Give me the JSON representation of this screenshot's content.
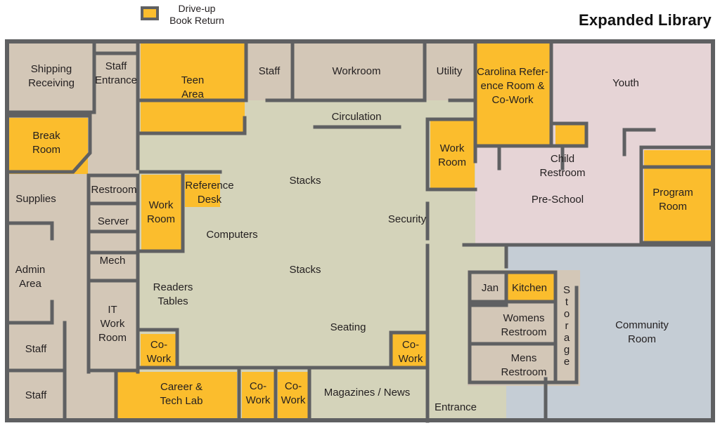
{
  "title": "Expanded Library",
  "legend": {
    "label_line1": "Drive-up",
    "label_line2": "Book Return"
  },
  "colors": {
    "wall": "#5f6062",
    "staff_area": "#d3c7b7",
    "public_area": "#d4d3ba",
    "highlight": "#fbbd2d",
    "youth": "#e6d4d6",
    "community": "#c5cdd5",
    "text": "#231f20"
  },
  "rooms": {
    "shipping": [
      "Shipping",
      "Receiving"
    ],
    "staff_entrance": [
      "Staff",
      "Entrance"
    ],
    "teen": [
      "Teen",
      "Area"
    ],
    "staff_top": [
      "Staff"
    ],
    "workroom": [
      "Workroom"
    ],
    "utility": [
      "Utility"
    ],
    "carolina": [
      "Carolina Refer-",
      "ence Room &",
      "Co-Work"
    ],
    "youth": [
      "Youth"
    ],
    "break": [
      "Break",
      "Room"
    ],
    "circulation": [
      "Circulation"
    ],
    "workroom_right": [
      "Work",
      "Room"
    ],
    "child_restroom": [
      "Child",
      "Restroom"
    ],
    "restroom": [
      "Restroom"
    ],
    "stacks_top": [
      "Stacks"
    ],
    "reference": [
      "Reference",
      "Desk"
    ],
    "supplies": [
      "Supplies"
    ],
    "program": [
      "Program",
      "Room"
    ],
    "preschool": [
      "Pre-School"
    ],
    "security": [
      "Security"
    ],
    "server": [
      "Server"
    ],
    "workroom_left": [
      "Work",
      "Room"
    ],
    "computers": [
      "Computers"
    ],
    "mech": [
      "Mech"
    ],
    "stacks_mid": [
      "Stacks"
    ],
    "admin": [
      "Admin",
      "Area"
    ],
    "jan": [
      "Jan"
    ],
    "kitchen": [
      "Kitchen"
    ],
    "readers": [
      "Readers",
      "Tables"
    ],
    "storage": [
      "S",
      "t",
      "o",
      "r",
      "a",
      "g",
      "e"
    ],
    "it_work": [
      "IT",
      "Work",
      "Room"
    ],
    "womens": [
      "Womens",
      "Restroom"
    ],
    "community": [
      "Community",
      "Room"
    ],
    "seating": [
      "Seating"
    ],
    "staff_lower1": [
      "Staff"
    ],
    "cowork_left": [
      "Co-",
      "Work"
    ],
    "cowork_right": [
      "Co-",
      "Work"
    ],
    "mens": [
      "Mens",
      "Restroom"
    ],
    "staff_lower2": [
      "Staff"
    ],
    "career": [
      "Career &",
      "Tech Lab"
    ],
    "cowork_b1": [
      "Co-",
      "Work"
    ],
    "cowork_b2": [
      "Co-",
      "Work"
    ],
    "magazines": [
      "Magazines / News"
    ],
    "entrance": [
      "Entrance"
    ]
  }
}
